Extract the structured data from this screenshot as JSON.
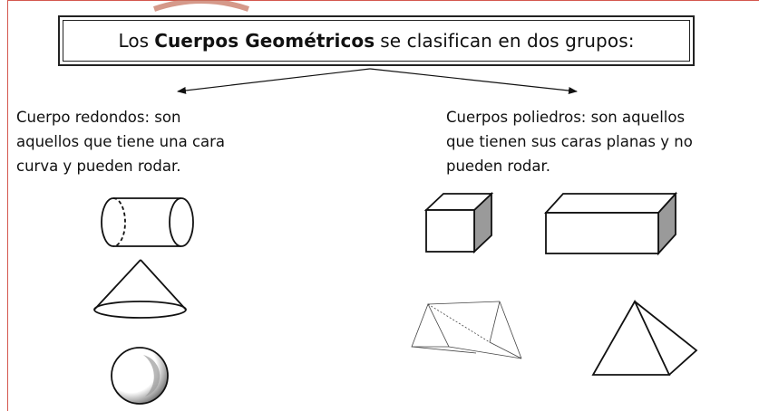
{
  "title": {
    "prefix": "Los",
    "emphasis": "Cuerpos Geométricos",
    "suffix": "se clasifican en dos grupos:"
  },
  "groups": {
    "round": {
      "text": "Cuerpo redondos: son\naquellos que tiene una cara\ncurva y pueden rodar.",
      "shapes": [
        "cylinder",
        "cone",
        "sphere"
      ]
    },
    "polyhedra": {
      "text": "Cuerpos poliedros: son aquellos\nque tienen sus caras planas y no\npueden rodar.",
      "shapes": [
        "cube",
        "rectangular-prism",
        "triangular-prism",
        "pyramid"
      ]
    }
  },
  "colors": {
    "border_accent": "#d4574e",
    "arc_accent": "#c77763",
    "shade": "#9a9a9a"
  }
}
